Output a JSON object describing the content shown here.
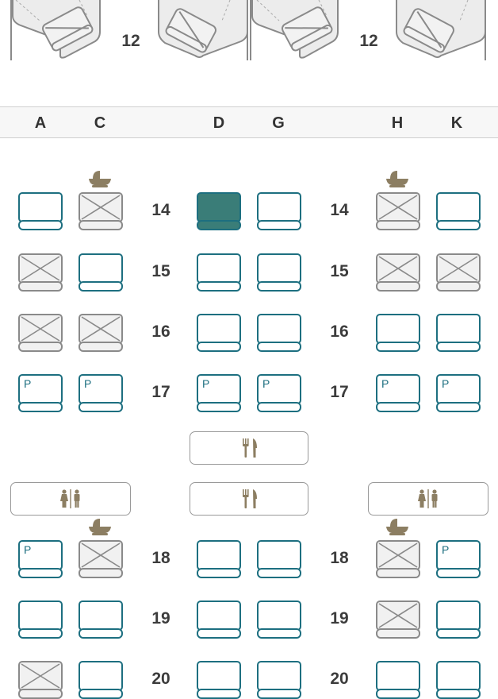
{
  "upper": {
    "row_label_left": "12",
    "row_label_right": "12"
  },
  "columns": [
    "A",
    "C",
    "D",
    "G",
    "H",
    "K"
  ],
  "rows": [
    {
      "number": "14",
      "seats": {
        "A": "available",
        "C": "occupied",
        "D": "selected",
        "G": "available",
        "H": "occupied",
        "K": "available"
      },
      "bassinets": [
        "C",
        "H"
      ]
    },
    {
      "number": "15",
      "seats": {
        "A": "occupied",
        "C": "available",
        "D": "available",
        "G": "available",
        "H": "occupied",
        "K": "occupied"
      }
    },
    {
      "number": "16",
      "seats": {
        "A": "occupied",
        "C": "occupied",
        "D": "available",
        "G": "available",
        "H": "available",
        "K": "available"
      }
    },
    {
      "number": "17",
      "seats": {
        "A": "preferred",
        "C": "preferred",
        "D": "preferred",
        "G": "preferred",
        "H": "preferred",
        "K": "preferred"
      }
    },
    {
      "number": "18",
      "seats": {
        "A": "preferred",
        "C": "occupied",
        "D": "available",
        "G": "available",
        "H": "occupied",
        "K": "preferred"
      },
      "bassinets": [
        "C",
        "H"
      ]
    },
    {
      "number": "19",
      "seats": {
        "A": "available",
        "C": "available",
        "D": "available",
        "G": "available",
        "H": "occupied",
        "K": "available"
      }
    },
    {
      "number": "20",
      "seats": {
        "A": "occupied",
        "C": "available",
        "D": "available",
        "G": "available",
        "H": "available",
        "K": "available"
      }
    }
  ],
  "preferred_seat_marker": "P",
  "facilities": [
    {
      "type": "galley",
      "icon": "fork-knife-icon"
    },
    {
      "type": "lavatory",
      "icon": "lavatory-icon"
    },
    {
      "type": "galley",
      "icon": "fork-knife-icon"
    },
    {
      "type": "lavatory",
      "icon": "lavatory-icon"
    }
  ],
  "colors": {
    "seat_outline": "#1d6f80",
    "seat_selected_fill": "#3a7d78",
    "seat_occupied_outline": "#8a8a8a",
    "facility_icon": "#8c7e62"
  }
}
